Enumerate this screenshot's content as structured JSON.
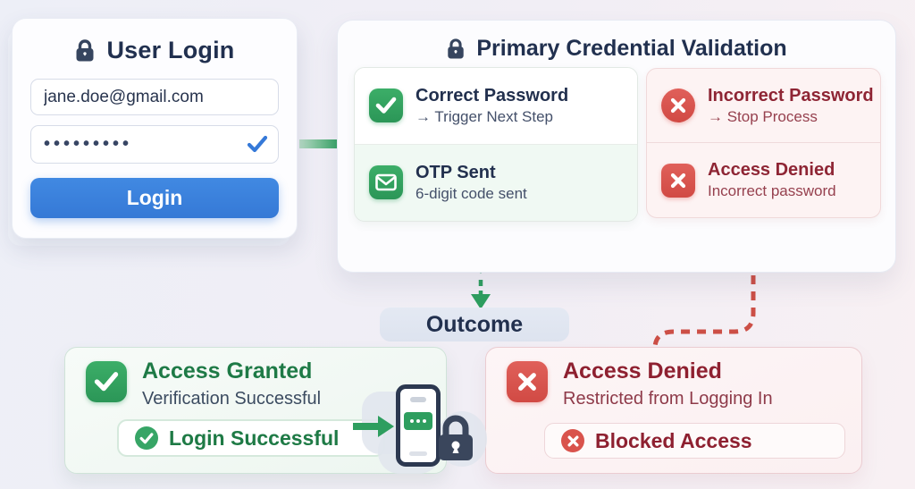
{
  "colors": {
    "accent_blue": "#3b82dd",
    "success_green": "#2e9e5f",
    "danger_red": "#d9534c",
    "navy_text": "#21304f",
    "maroon_text": "#8e2534",
    "dark_green_text": "#1e7a46",
    "background": "#eef0f7"
  },
  "login_card": {
    "title": "User Login",
    "email": {
      "value": "jane.doe@gmail.com"
    },
    "password": {
      "value": "•••••••••"
    },
    "button_label": "Login"
  },
  "validation_panel": {
    "title": "Primary Credential Validation",
    "success_items": [
      {
        "icon": "check-square-icon",
        "title": "Correct Password",
        "subtitle": "→ Trigger Next Step"
      },
      {
        "icon": "mail-square-icon",
        "title": "OTP Sent",
        "subtitle": "6-digit code sent"
      }
    ],
    "failure_items": [
      {
        "icon": "x-circle-icon",
        "title": "Incorrect Password",
        "subtitle": "→ Stop Process"
      },
      {
        "icon": "x-square-icon",
        "title": "Access Denied",
        "subtitle": "Incorrect password"
      }
    ]
  },
  "outcome": {
    "label": "Outcome"
  },
  "granted_card": {
    "title": "Access Granted",
    "subtitle": "Verification Successful",
    "badge": "Login Successful"
  },
  "denied_card": {
    "title": "Access Denied",
    "subtitle": "Restricted from Logging In",
    "badge": "Blocked Access"
  }
}
